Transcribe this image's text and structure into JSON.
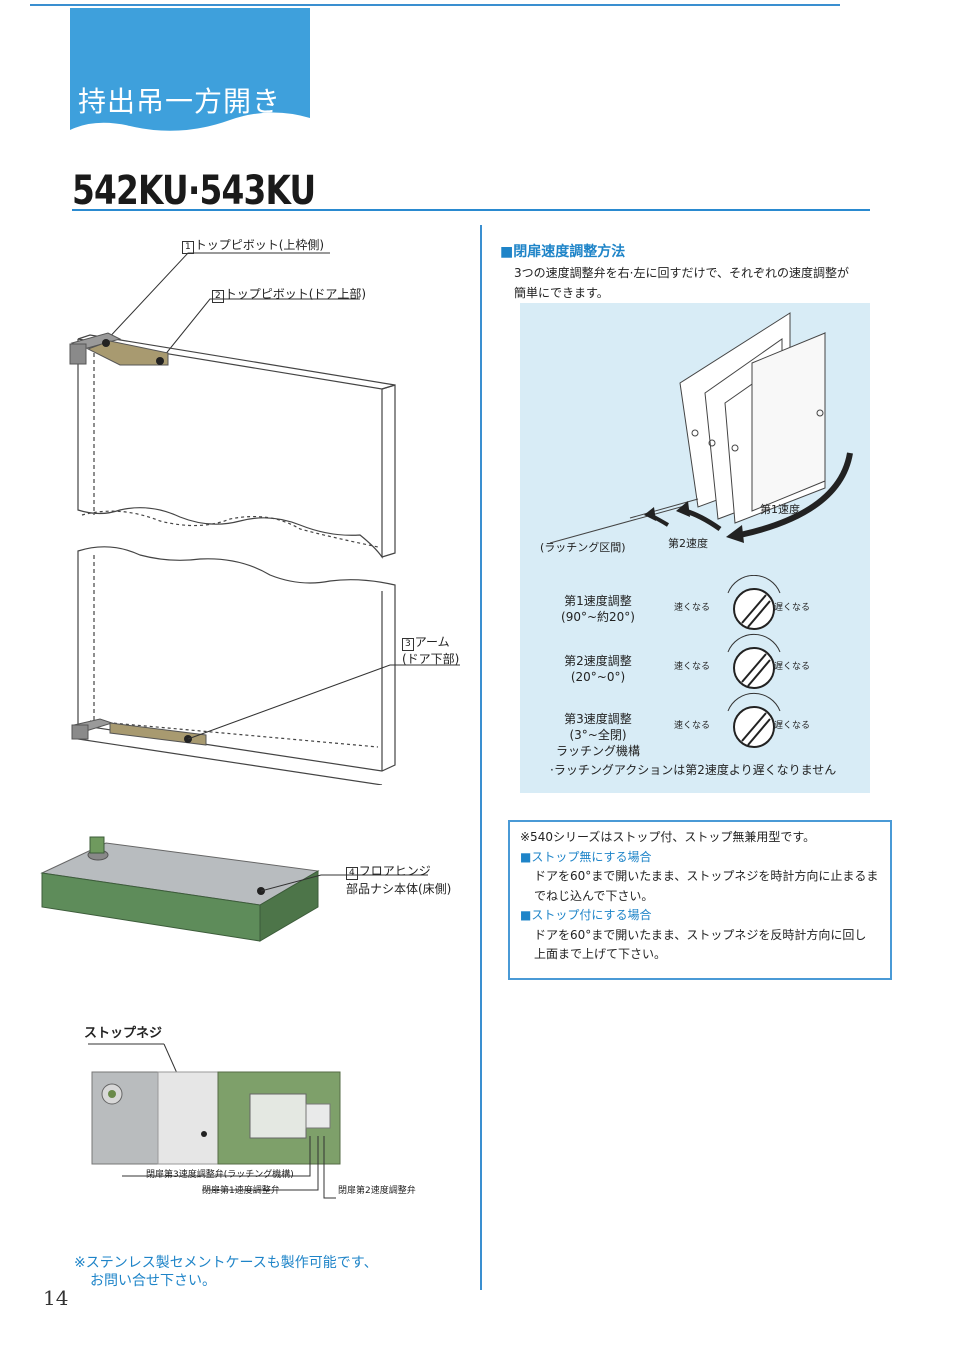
{
  "header": {
    "section_title": "持出吊一方開き",
    "model": "542KU·543KU"
  },
  "parts": {
    "p1_num": "1",
    "p1_text": "トップピボット(上枠側)",
    "p2_num": "2",
    "p2_text": "トップピボット(ドア上部)",
    "p3_num": "3",
    "p3_line1": "アーム",
    "p3_line2": "(ドア下部)",
    "p4_num": "4",
    "p4_line1": "フロアヒンジ",
    "p4_line2": "部品ナシ本体(床側)"
  },
  "stop_screw": {
    "label": "ストップネジ",
    "valve3": "閉扉第3速度調整弁(ラッチング機構)",
    "valve1": "閉扉第1速度調整弁",
    "valve2": "閉扉第2速度調整弁"
  },
  "speed_adjust": {
    "heading": "■閉扉速度調整方法",
    "desc": "3つの速度調整弁を右·左に回すだけで、それぞれの速度調整が簡単にできます。",
    "latching_zone": "(ラッチング区間)",
    "speed1": "第1速度",
    "speed2": "第2速度",
    "faster": "速くなる",
    "slower": "遅くなる",
    "dial1_line1": "第1速度調整",
    "dial1_line2": "(90°~約20°)",
    "dial2_line1": "第2速度調整",
    "dial2_line2": "(20°~0°)",
    "dial3_line1": "第3速度調整",
    "dial3_line2": "(3°~全閉)",
    "dial3_line3": "ラッチング機構",
    "note": "·ラッチングアクションは第2速度より遅くなりません"
  },
  "notes": {
    "lead": "※540シリーズはストップ付、ストップ無兼用型です。",
    "h1": "■ストップ無にする場合",
    "t1a": "ドアを60°まで開いたまま、ストップネジを時計方向に止まるま",
    "t1b": "でねじ込んで下さい。",
    "h2": "■ストップ付にする場合",
    "t2a": "ドアを60°まで開いたまま、ストップネジを反時計方向に回し",
    "t2b": "上面まで上げて下さい。"
  },
  "footer": {
    "note_line1": "※ステンレス製セメントケースも製作可能です、",
    "note_line2": "お問い合せ下さい。",
    "page": "14"
  },
  "colors": {
    "accent": "#1e84c8",
    "tab": "#3ea0dc",
    "hinge_green": "#5e8c5a",
    "panel": "#d8ecf6"
  }
}
